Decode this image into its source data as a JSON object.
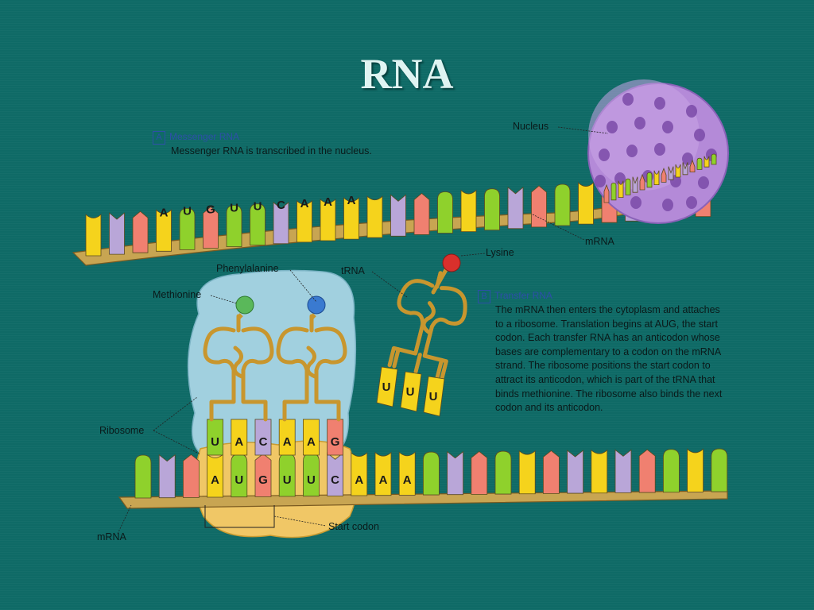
{
  "title": "RNA",
  "section_a": {
    "badge": "A",
    "heading": "Messenger RNA",
    "text": "Messenger RNA is transcribed in the nucleus."
  },
  "section_b": {
    "badge": "B",
    "heading": "Transfer RNA",
    "text": "The mRNA then enters the cytoplasm and attaches to a ribosome. Translation begins at AUG, the start codon. Each transfer RNA has an anticodon whose bases are complementary to a codon on the mRNA strand. The ribosome positions the start codon to attract its anticodon, which is part of the tRNA that binds methionine. The ribosome also binds the next codon and its anticodon."
  },
  "labels": {
    "nucleus": "Nucleus",
    "mrna_top": "mRNA",
    "lysine": "Lysine",
    "trna": "tRNA",
    "phenylalanine": "Phenylalanine",
    "methionine": "Methionine",
    "ribosome": "Ribosome",
    "mrna_bottom": "mRNA",
    "start_codon": "Start codon"
  },
  "top_strand_bases": [
    "A",
    "U",
    "G",
    "U",
    "U",
    "C",
    "A",
    "A",
    "A"
  ],
  "lysine_anticodon": [
    "U",
    "U",
    "U"
  ],
  "bottom_codons": [
    "A",
    "U",
    "G",
    "U",
    "U",
    "C",
    "A",
    "A",
    "A"
  ],
  "bottom_anticodons": [
    "U",
    "A",
    "C",
    "A",
    "A",
    "G"
  ],
  "colors": {
    "background": "#0f6a66",
    "adenine": "#f5d31c",
    "uracil": "#8fd12c",
    "guanine": "#f08070",
    "cytosine": "#b9a6d8",
    "backbone": "#c8a552",
    "nucleus": "#b48ad8",
    "ribosome_large": "#a9d6e6",
    "ribosome_small": "#f0c766",
    "trna": "#c8962e",
    "methionine": "#5ab85a",
    "phenylalanine": "#3a7ad0",
    "lysine": "#d9302c",
    "caption_heading": "#2d4fa8"
  }
}
